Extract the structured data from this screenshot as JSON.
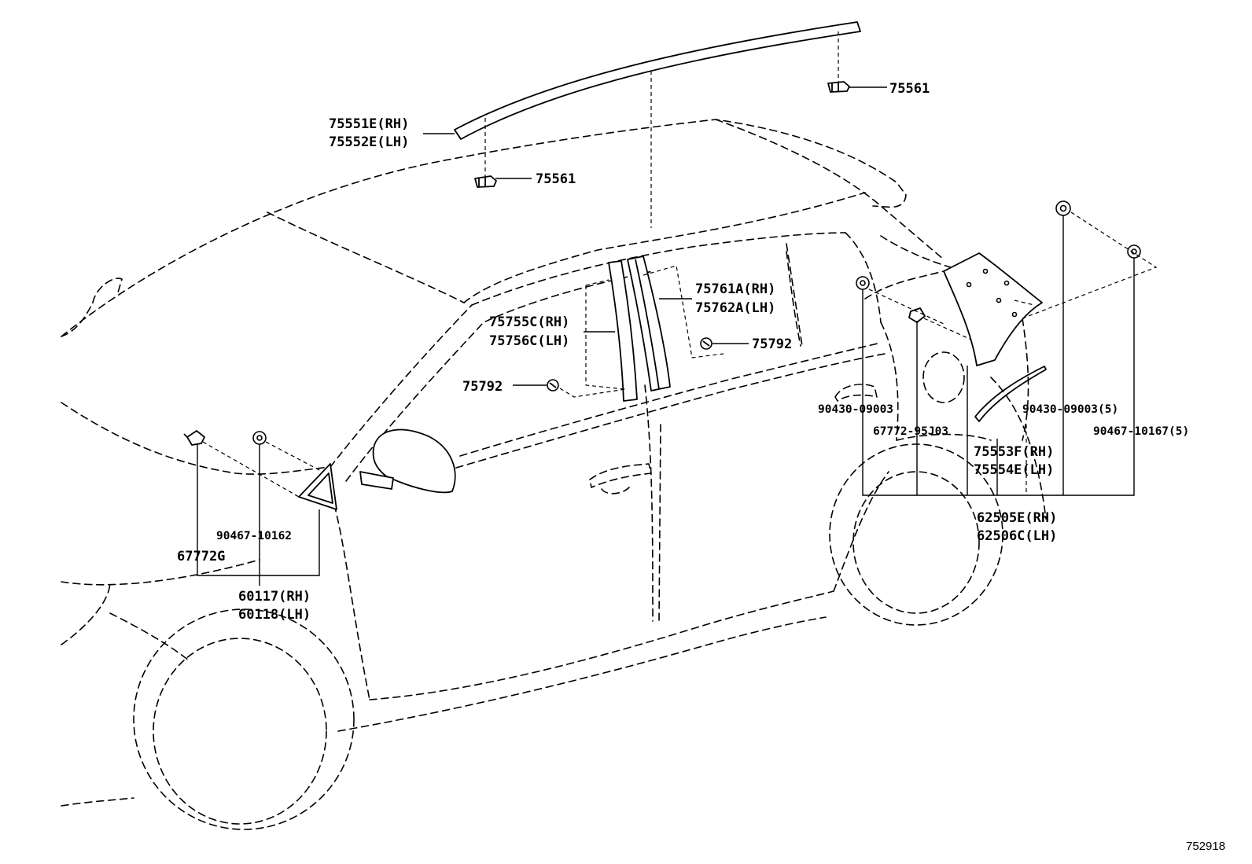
{
  "labels": {
    "roof_molding_rh": "75551E(RH)",
    "roof_molding_lh": "75552E(LH)",
    "clip_75561_top": "75561",
    "clip_75561_mid": "75561",
    "pillar_rear_rh": "75761A(RH)",
    "pillar_rear_lh": "75762A(LH)",
    "pillar_front_rh": "75755C(RH)",
    "pillar_front_lh": "75756C(LH)",
    "clip_75792_right": "75792",
    "clip_75792_left": "75792",
    "clip_90430_left": "90430-09003",
    "clip_90430_right": "90430-09003(5)",
    "clip_90467_10167": "90467-10167(5)",
    "pad_67772_95j03": "67772-95J03",
    "rear_molding_rh": "75553F(RH)",
    "rear_molding_lh": "75554E(LH)",
    "fender_liner_rh": "62505E(RH)",
    "fender_liner_lh": "62506C(LH)",
    "clip_90467_10162": "90467-10162",
    "pad_67772g": "67772G",
    "garnish_rh": "60117(RH)",
    "garnish_lh": "60118(LH)"
  },
  "diagram_ref": "752918"
}
